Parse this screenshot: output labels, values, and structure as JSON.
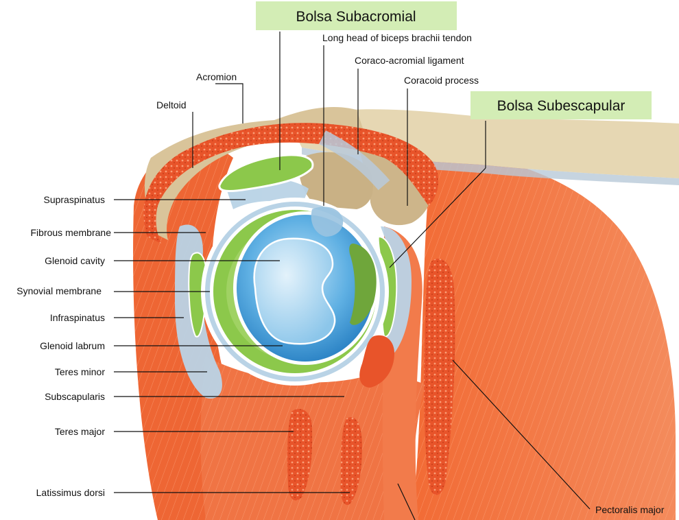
{
  "highlights": {
    "subacromial": "Bolsa Subacromial",
    "subscapular": "Bolsa Subescapular",
    "box_color": "#d3edb5"
  },
  "labels": {
    "long_head_biceps": "Long head of biceps brachii tendon",
    "coraco_acromial": "Coraco-acromial ligament",
    "acromion": "Acromion",
    "coracoid_process": "Coracoid process",
    "deltoid": "Deltoid",
    "supraspinatus": "Supraspinatus",
    "fibrous_membrane": "Fibrous membrane",
    "glenoid_cavity": "Glenoid cavity",
    "synovial_membrane": "Synovial membrane",
    "infraspinatus": "Infraspinatus",
    "glenoid_labrum": "Glenoid labrum",
    "teres_minor": "Teres minor",
    "subscapularis": "Subscapularis",
    "teres_major": "Teres major",
    "latissimus_dorsi": "Latissimus dorsi",
    "pectoralis_major": "Pectoralis major"
  },
  "colors": {
    "muscle": "#ef6a38",
    "muscle_dark": "#d9521f",
    "bursa_red": "#e8542a",
    "bone": "#d9c7a0",
    "synovial_green": "#8cc84b",
    "cavity_blue": "#3f9bd9",
    "pale_blue": "#b9d3e6"
  }
}
